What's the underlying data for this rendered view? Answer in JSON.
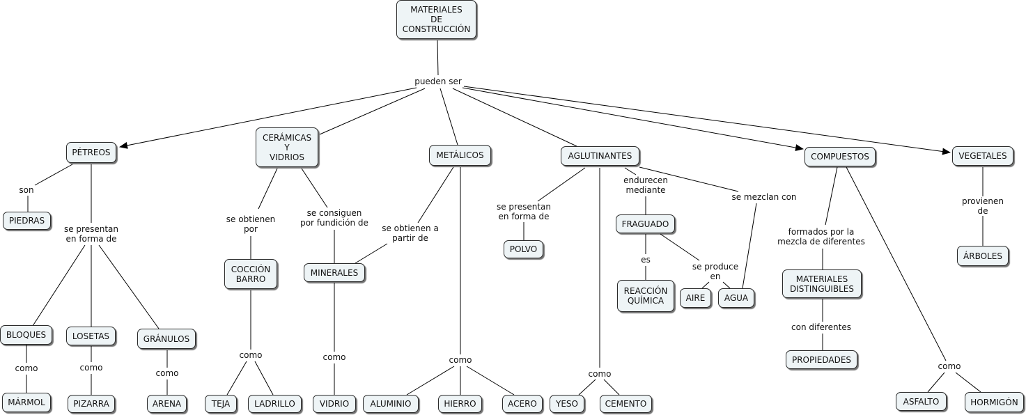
{
  "concepts": {
    "root": "MATERIALES\nDE\nCONSTRUCCIÓN",
    "petreos": "PÉTREOS",
    "ceramicas": "CERÁMICAS\nY\nVIDRIOS",
    "metalicos": "METÁLICOS",
    "aglutinantes": "AGLUTINANTES",
    "compuestos": "COMPUESTOS",
    "vegetales": "VEGETALES",
    "piedras": "PIEDRAS",
    "bloques": "BLOQUES",
    "losetas": "LOSETAS",
    "granulos": "GRÁNULOS",
    "marmol": "MÁRMOL",
    "pizarra": "PIZARRA",
    "arena": "ARENA",
    "coccion": "COCCIÓN\nBARRO",
    "teja": "TEJA",
    "ladrillo": "LADRILLO",
    "minerales": "MINERALES",
    "vidrio": "VIDRIO",
    "aluminio": "ALUMINIO",
    "hierro": "HIERRO",
    "acero": "ACERO",
    "polvo": "POLVO",
    "yeso": "YESO",
    "cemento": "CEMENTO",
    "fraguado": "FRAGUADO",
    "reaccion": "REACCIÓN\nQUÍMICA",
    "aire": "AIRE",
    "agua": "AGUA",
    "mat_dist": "MATERIALES\nDISTINGUIBLES",
    "propiedades": "PROPIEDADES",
    "asfalto": "ASFALTO",
    "hormigon": "HORMIGÓN",
    "arboles": "ÁRBOLES"
  },
  "linking_phrases": {
    "pueden_ser": "pueden ser",
    "son": "son",
    "se_presentan_petreos": "se presentan\nen forma de",
    "como_bloques": "como",
    "como_losetas": "como",
    "como_granulos": "como",
    "se_obtienen_por": "se obtienen\npor",
    "se_consiguen": "se consiguen\npor fundición de",
    "como_coccion": "como",
    "como_minerales": "como",
    "se_obtienen_a_partir": "se obtienen a\npartir de",
    "como_metalicos": "como",
    "se_presentan_aglut": "se presentan\nen forma de",
    "como_aglut": "como",
    "endurecen": "endurecen\nmediante",
    "se_mezclan": "se mezclan con",
    "es": "es",
    "se_produce": "se produce\nen",
    "formados": "formados por la\nmezcla de diferentes",
    "con_diferentes": "con diferentes",
    "como_compuestos": "como",
    "provienen": "provienen de"
  }
}
